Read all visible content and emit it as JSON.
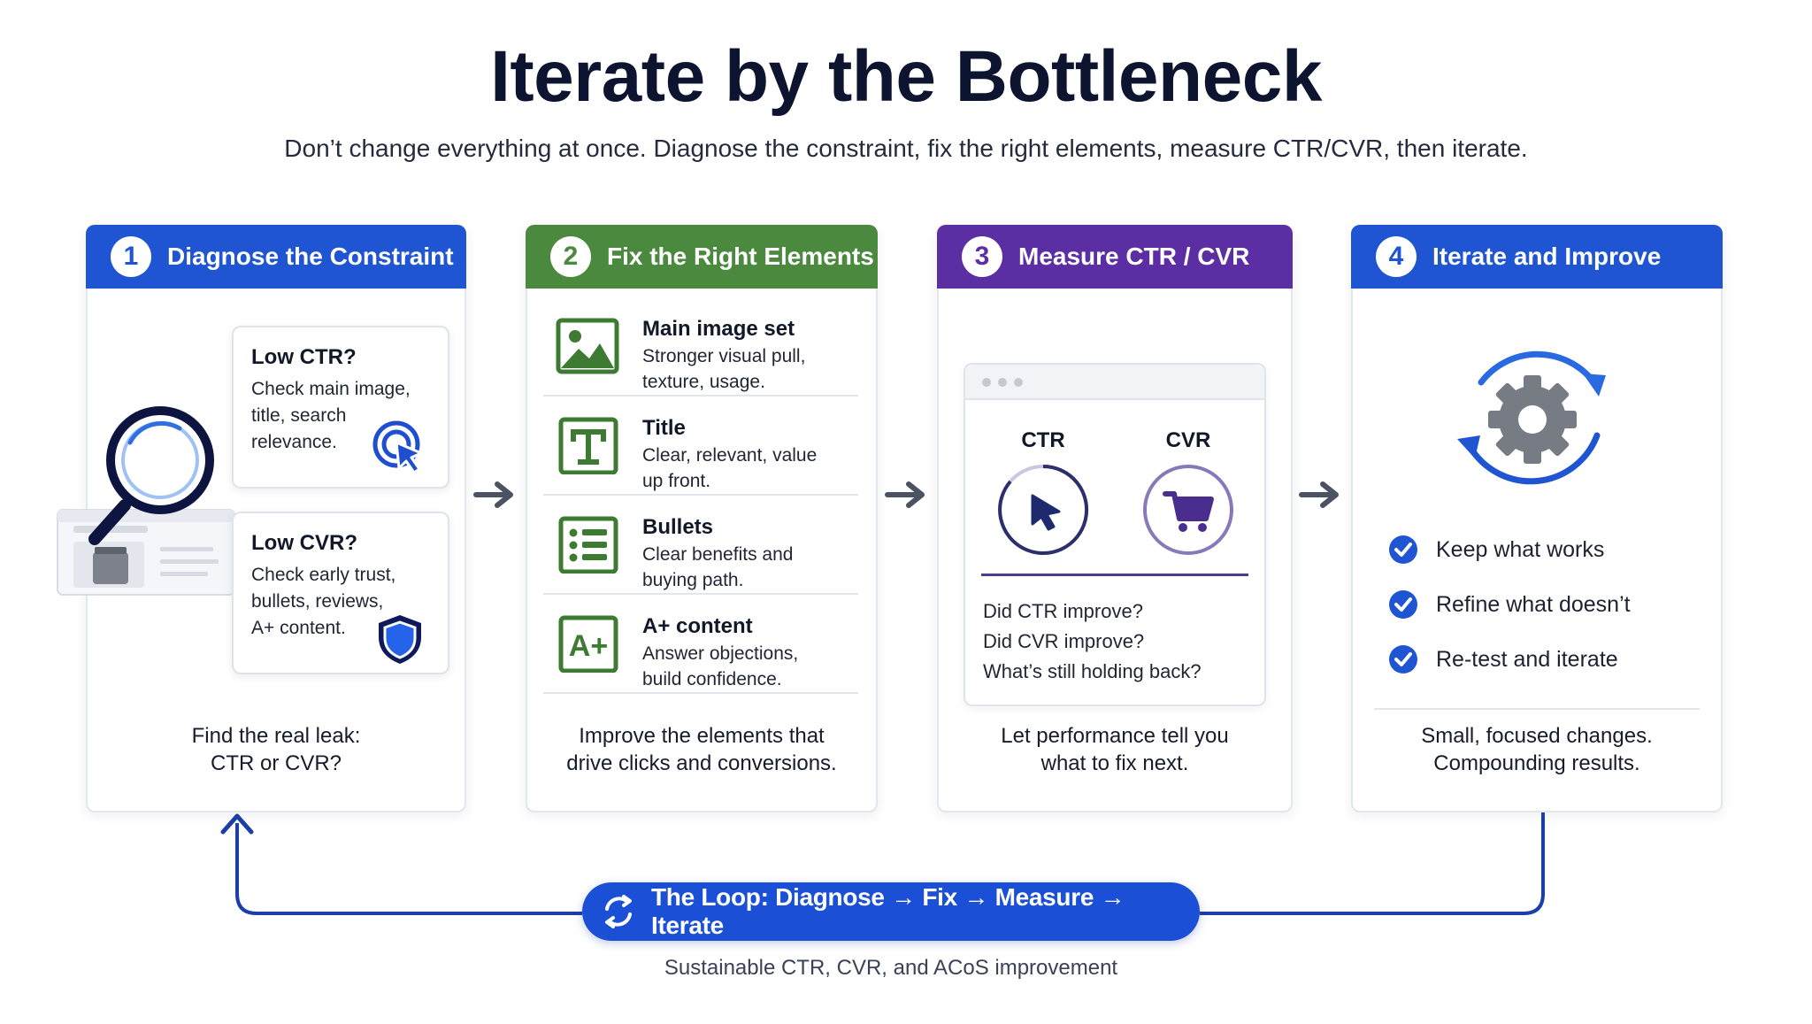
{
  "title": "Iterate by the Bottleneck",
  "subtitle": "Don’t change everything at once. Diagnose the constraint, fix the right elements, measure CTR/CVR, then iterate.",
  "colors": {
    "step1": "#1f55d2",
    "step2": "#4b8a3e",
    "step3": "#5b2fa3",
    "step4": "#1f55d2",
    "loop": "#1a4fd6",
    "navy": "#0e1a5c"
  },
  "steps": [
    {
      "number": "1",
      "label": "Diagnose the Constraint",
      "panels": [
        {
          "title": "Low CTR?",
          "lines": [
            "Check main image,",
            "title, search",
            "relevance."
          ],
          "icon": "click-target-icon"
        },
        {
          "title": "Low CVR?",
          "lines": [
            "Check early trust,",
            "bullets, reviews,",
            "A+ content."
          ],
          "icon": "shield-icon"
        }
      ],
      "illustration": "magnifier-over-listing-icon",
      "footer": [
        "Find the real leak:",
        "CTR or CVR?"
      ]
    },
    {
      "number": "2",
      "label": "Fix the Right Elements",
      "items": [
        {
          "title": "Main image set",
          "lines": [
            "Stronger visual pull,",
            "texture, usage."
          ],
          "icon": "image-icon"
        },
        {
          "title": "Title",
          "lines": [
            "Clear, relevant, value",
            "up front."
          ],
          "icon": "text-t-icon"
        },
        {
          "title": "Bullets",
          "lines": [
            "Clear benefits and",
            "buying path."
          ],
          "icon": "bullet-list-icon"
        },
        {
          "title": "A+ content",
          "lines": [
            "Answer objections,",
            "build confidence."
          ],
          "icon": "a-plus-icon"
        }
      ],
      "footer": [
        "Improve the elements that",
        "drive clicks and conversions."
      ]
    },
    {
      "number": "3",
      "label": "Measure CTR / CVR",
      "metrics": [
        {
          "label": "CTR",
          "icon": "cursor-icon"
        },
        {
          "label": "CVR",
          "icon": "cart-icon"
        }
      ],
      "questions": [
        "Did CTR improve?",
        "Did CVR improve?",
        "What’s still holding back?"
      ],
      "footer": [
        "Let performance tell you",
        "what to fix next."
      ]
    },
    {
      "number": "4",
      "label": "Iterate and Improve",
      "illustration": "gear-cycle-icon",
      "checks": [
        "Keep what works",
        "Refine what doesn’t",
        "Re-test and iterate"
      ],
      "footer": [
        "Small, focused changes.",
        "Compounding results."
      ]
    }
  ],
  "loop": {
    "label": "The Loop: Diagnose → Fix → Measure → Iterate",
    "caption": "Sustainable CTR, CVR, and ACoS improvement"
  }
}
